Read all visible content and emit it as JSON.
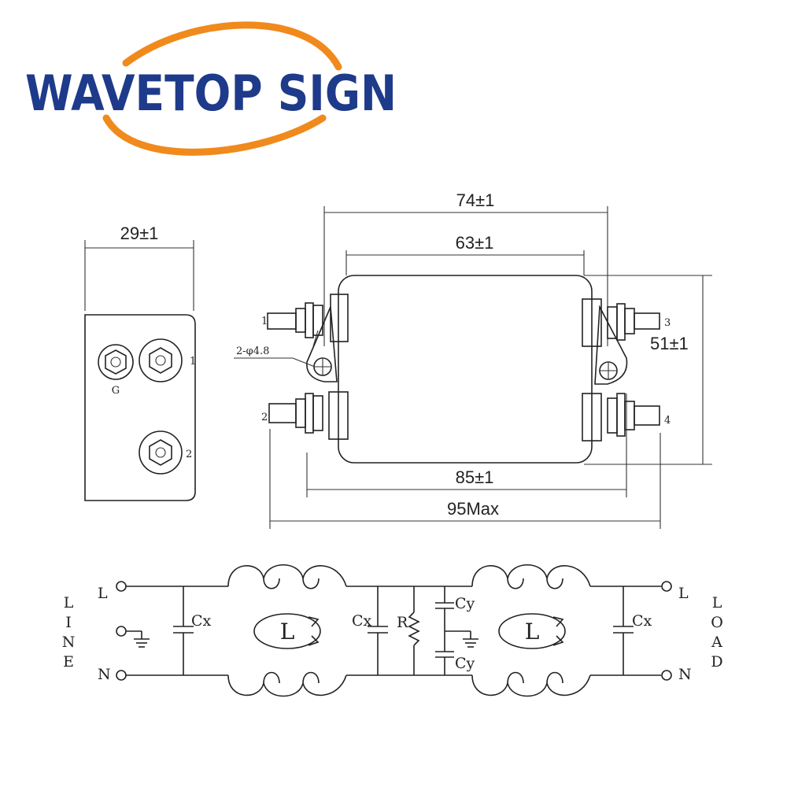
{
  "brand": {
    "name": "WAVETOP SIGN",
    "color": "#1e3a8a",
    "accent": "#f08a1c"
  },
  "side_view": {
    "width_label": "29±1",
    "terminals": [
      "G",
      "1",
      "2"
    ]
  },
  "top_view": {
    "dim_outer_mount": "74±1",
    "dim_inner": "63±1",
    "dim_height": "51±1",
    "dim_body": "85±1",
    "dim_total": "95Max",
    "hole_label": "2-φ4.8",
    "terminals": [
      "1",
      "2",
      "3",
      "4"
    ]
  },
  "schematic": {
    "left_side_label": [
      "L",
      "I",
      "N",
      "E"
    ],
    "right_side_label": [
      "L",
      "O",
      "A",
      "D"
    ],
    "line_L": "L",
    "line_N": "N",
    "load_L": "L",
    "load_N": "N",
    "cx_labels": [
      "Cx",
      "Cx",
      "Cx"
    ],
    "cy_labels": [
      "Cy",
      "Cy"
    ],
    "r_label": "R",
    "inductor_labels": [
      "L",
      "L"
    ]
  }
}
